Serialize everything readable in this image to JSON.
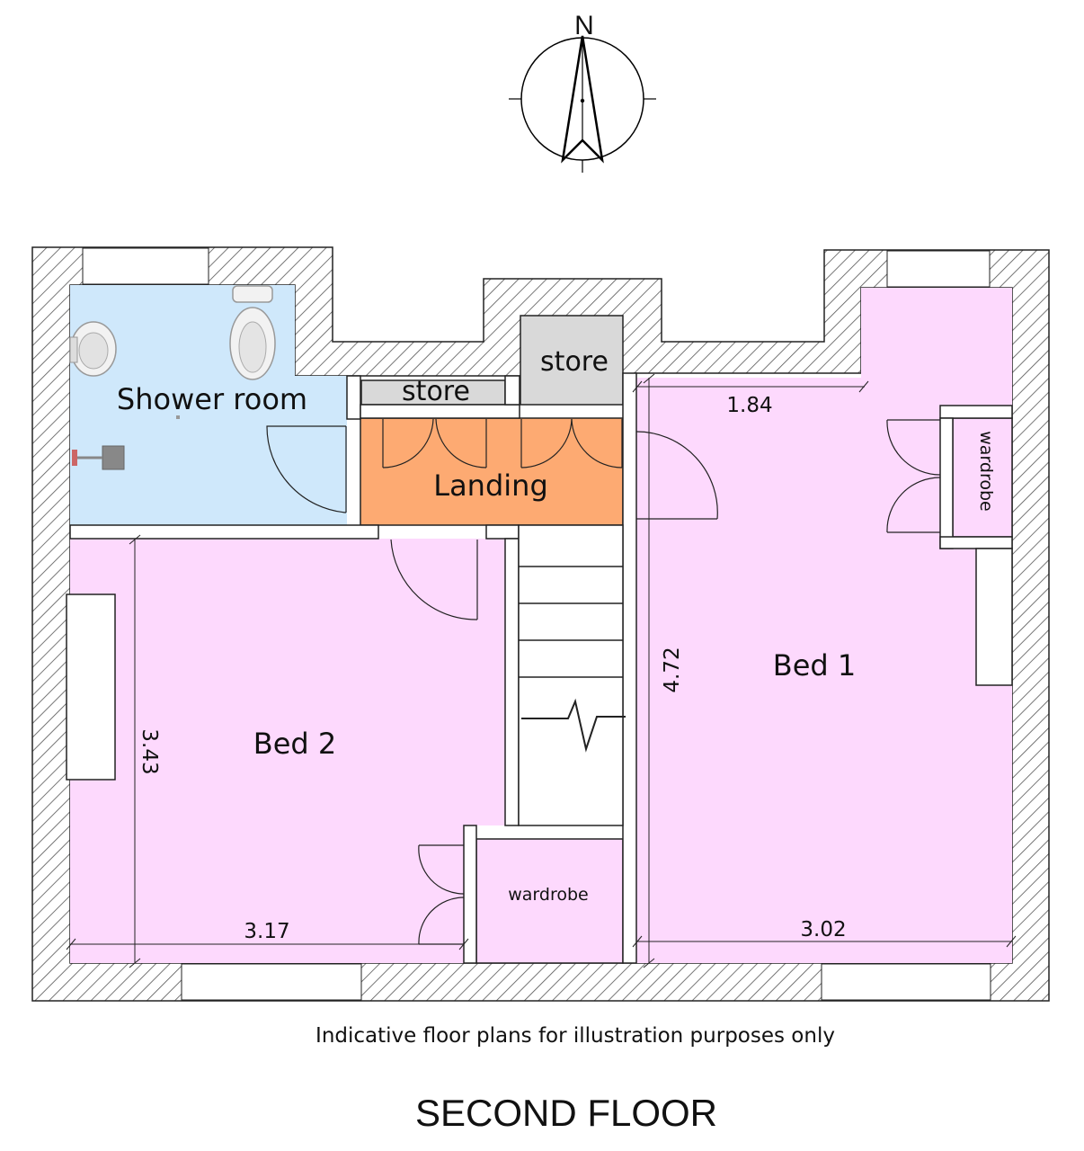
{
  "compass": {
    "north_label": "N"
  },
  "rooms": {
    "shower_room": "Shower room",
    "store_small": "store",
    "store_large": "store",
    "landing": "Landing",
    "bed1": "Bed 1",
    "bed2": "Bed 2",
    "wardrobe_bed1": "wardrobe",
    "wardrobe_bed2": "wardrobe"
  },
  "dimensions": {
    "bed1_width_upper": "1.84",
    "bed1_height": "4.72",
    "bed1_width": "3.02",
    "bed2_height": "3.43",
    "bed2_width": "3.17"
  },
  "disclaimer": "Indicative floor plans for illustration purposes only",
  "floor_title": "SECOND FLOOR",
  "colors": {
    "bedroom": "#fdd9fd",
    "shower_room": "#cfe8fb",
    "landing": "#fdaa72",
    "store": "#d9d9d9",
    "wall_hatch": "#555555"
  }
}
